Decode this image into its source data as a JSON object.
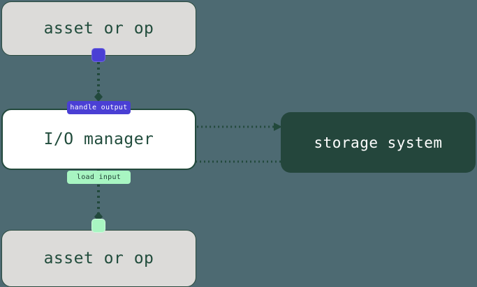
{
  "diagram": {
    "title": "io-manager-dataflow",
    "background_color": "#4d6a72",
    "nodes": {
      "asset_top": {
        "label": "asset or op",
        "fill": "#dcdbd9",
        "text_color": "#214c3c"
      },
      "io_manager": {
        "label": "I/O manager",
        "fill": "#ffffff",
        "border_color": "#22493c",
        "text_color": "#214c3c"
      },
      "storage_system": {
        "label": "storage system",
        "fill": "#24463c",
        "text_color": "#ffffff"
      },
      "asset_bottom": {
        "label": "asset or op",
        "fill": "#dcdbd9",
        "text_color": "#214c3c"
      }
    },
    "edge_labels": {
      "handle_output": {
        "label": "handle output",
        "fill": "#4a3fd4",
        "text_color": "#ffffff"
      },
      "load_input": {
        "label": "load input",
        "fill": "#a8f5c2",
        "text_color": "#1d3f33"
      }
    },
    "ports": {
      "output_port": {
        "name": "output-port-handle",
        "fill": "#4a3fd4"
      },
      "input_port": {
        "name": "input-port-handle",
        "fill": "#a8f5c2"
      }
    },
    "edges": [
      {
        "name": "asset-to-handle-output",
        "from": "asset_top",
        "to": "handle_output",
        "style": "dotted",
        "arrow": "diamond",
        "color": "#22493c"
      },
      {
        "name": "handle-output-to-storage",
        "from": "io_manager",
        "to": "storage_system",
        "style": "dotted",
        "arrow": "triangle",
        "color": "#22493c"
      },
      {
        "name": "storage-to-load-input",
        "from": "storage_system",
        "to": "io_manager",
        "style": "dotted",
        "arrow": "triangle-down",
        "color": "#22493c"
      },
      {
        "name": "load-input-to-asset",
        "from": "load_input",
        "to": "asset_bottom",
        "style": "dotted",
        "arrow": "diamond",
        "color": "#22493c"
      }
    ]
  }
}
